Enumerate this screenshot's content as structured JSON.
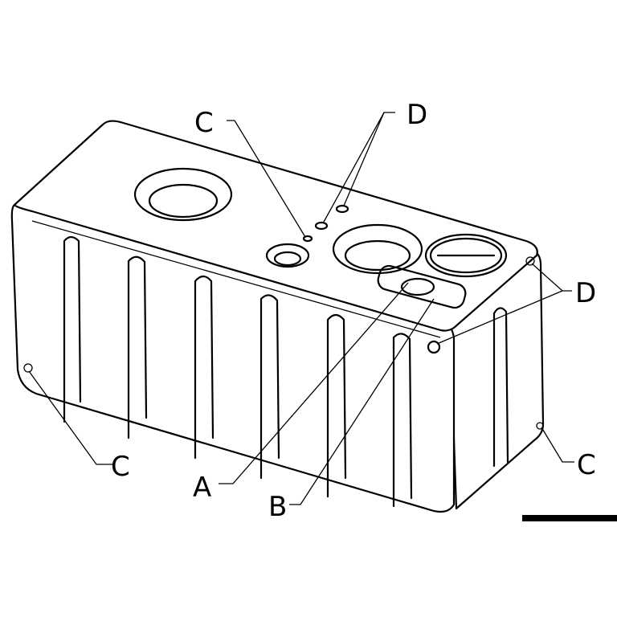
{
  "labels": {
    "c_top": "C",
    "d_top": "D",
    "d_right": "D",
    "c_left": "C",
    "a": "A",
    "b": "B",
    "c_right": "C"
  },
  "colors": {
    "line": "#000000",
    "background": "#ffffff"
  }
}
